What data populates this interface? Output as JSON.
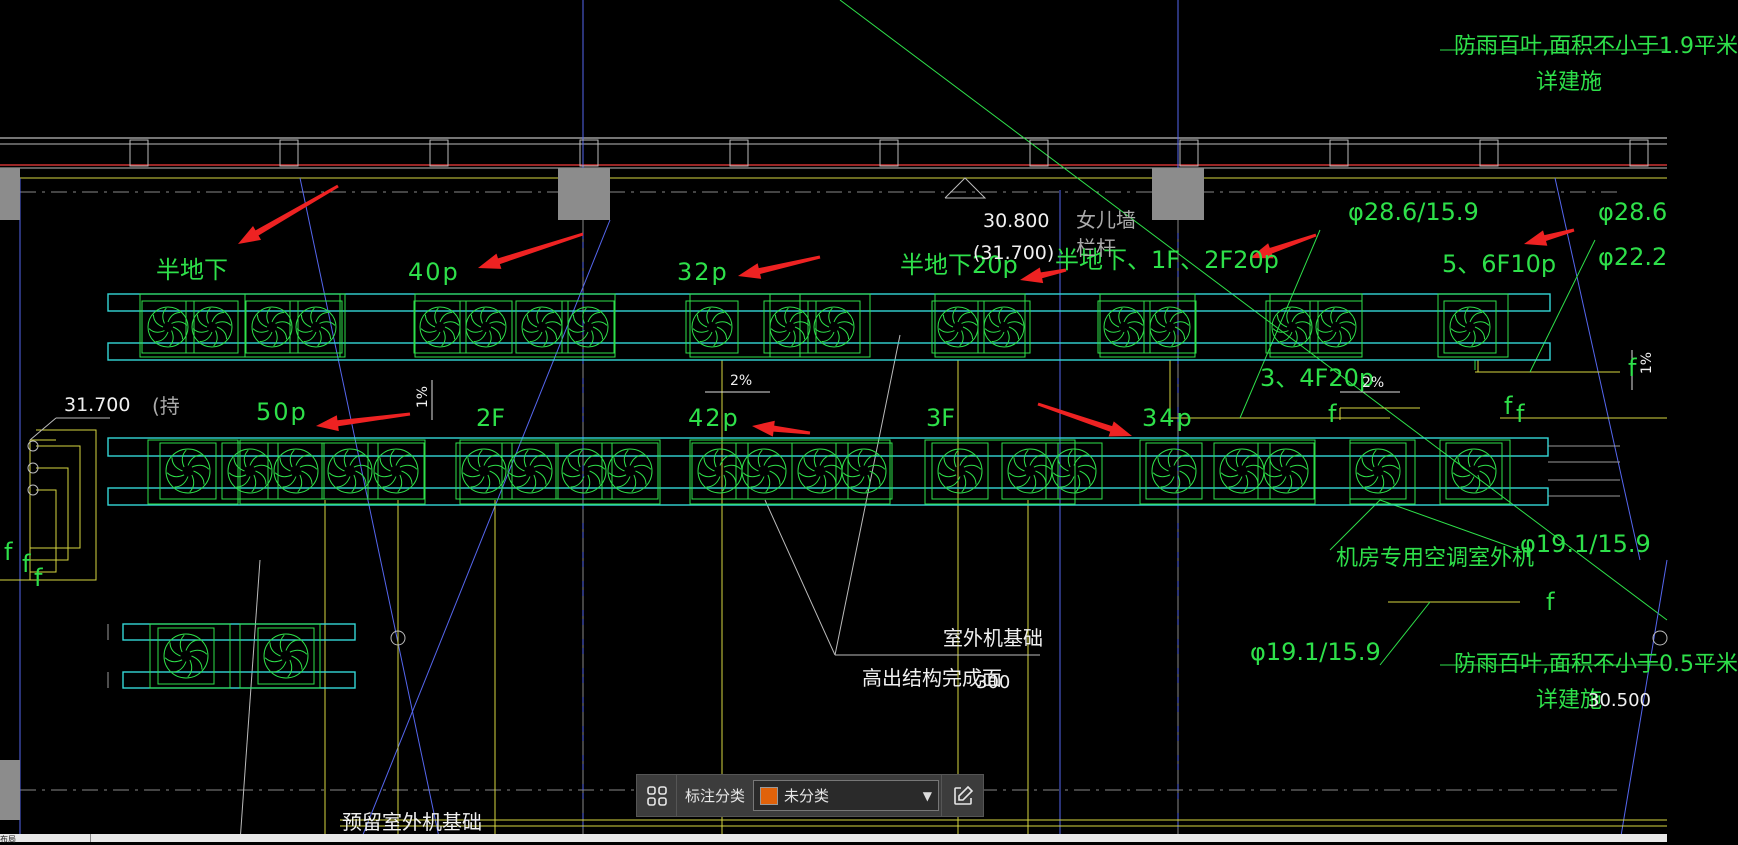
{
  "drawing": {
    "labels": {
      "half_basement": "半地下",
      "p40": "40p",
      "p32": "32p",
      "half_b_20p": "半地下20p",
      "half_b_1f2f_20p": "半地下、1F、2F20p",
      "f56_10p": "5、6F10p",
      "pipe_286_159": "φ28.6/15.9",
      "pipe_286_clip": "φ28.6",
      "pipe_222_clip": "φ22.2",
      "elev_30800": "30.800",
      "elev_31700_paren": "(31.700)",
      "parapet": "女儿墙",
      "railing": "栏杆",
      "louver_19": "防雨百叶,面积不小于1.9平米",
      "see_arch": "详建施",
      "elev_31700": "31.700",
      "paren_fragment": "(持",
      "p50": "50p",
      "f2": "2F",
      "p42": "42p",
      "f3": "3F",
      "p34": "34p",
      "f34_20p": "3、4F20p",
      "slope_2a": "2%",
      "slope_2b": "2%",
      "slope_1": "1%",
      "slope_1r": "1%",
      "server_ac": "机房专用空调室外机",
      "pipe_191_159_r": "φ19.1/15.9",
      "pipe_191_159": "φ19.1/15.9",
      "outdoor_base": "室外机基础",
      "above_struct": "高出结构完成面",
      "num_300": "300",
      "louver_05": "防雨百叶,面积不小于0.5平米",
      "see_arch_2": "详建施",
      "elev_30500": "30.500",
      "reserved_base": "预留室外机基础",
      "f_mark": "f"
    }
  },
  "toolbar": {
    "label": "标注分类",
    "selected": "未分类",
    "swatch_color": "#e0620a"
  },
  "colors": {
    "background": "#000000",
    "green": "#2ee04a",
    "cyan": "#33d6d6",
    "yellow": "#d6d640",
    "blue": "#5566ee",
    "arrow_red": "#ee2222"
  },
  "status_tab": "布局"
}
